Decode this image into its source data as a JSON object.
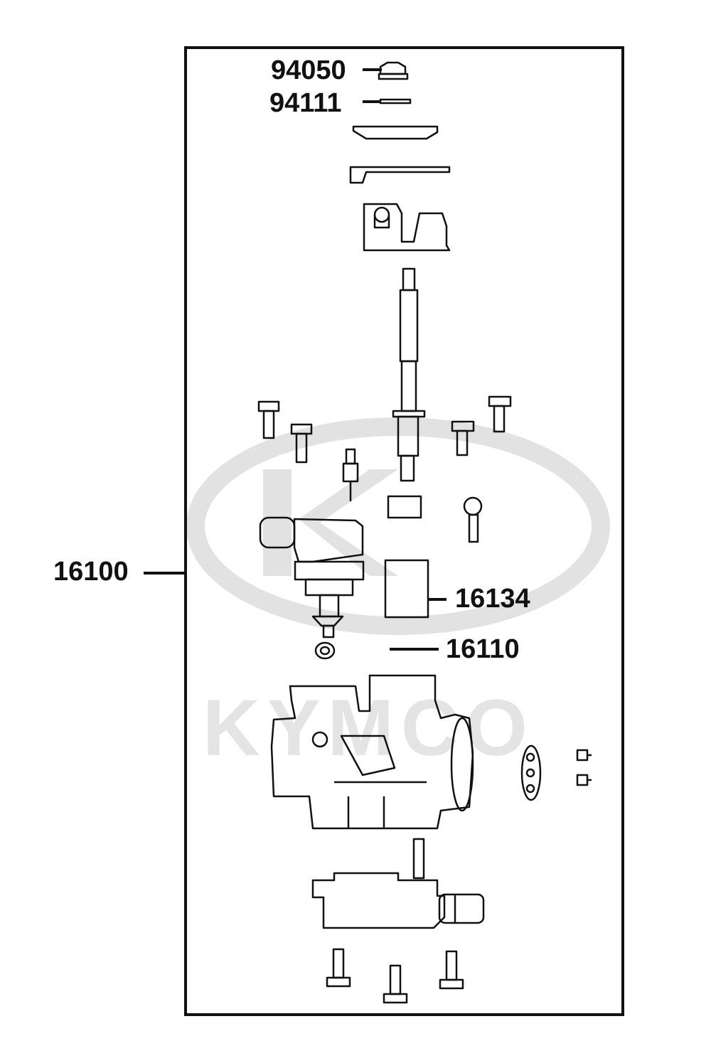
{
  "diagram": {
    "watermark": "KYMCO",
    "callouts": [
      {
        "id": "c94050",
        "label": "94050"
      },
      {
        "id": "c94111",
        "label": "94111"
      },
      {
        "id": "c16100",
        "label": "16100"
      },
      {
        "id": "c16134",
        "label": "16134"
      },
      {
        "id": "c16110",
        "label": "16110"
      }
    ],
    "colors": {
      "line": "#111111",
      "watermark": "#e2e2e2",
      "background": "#ffffff"
    }
  }
}
